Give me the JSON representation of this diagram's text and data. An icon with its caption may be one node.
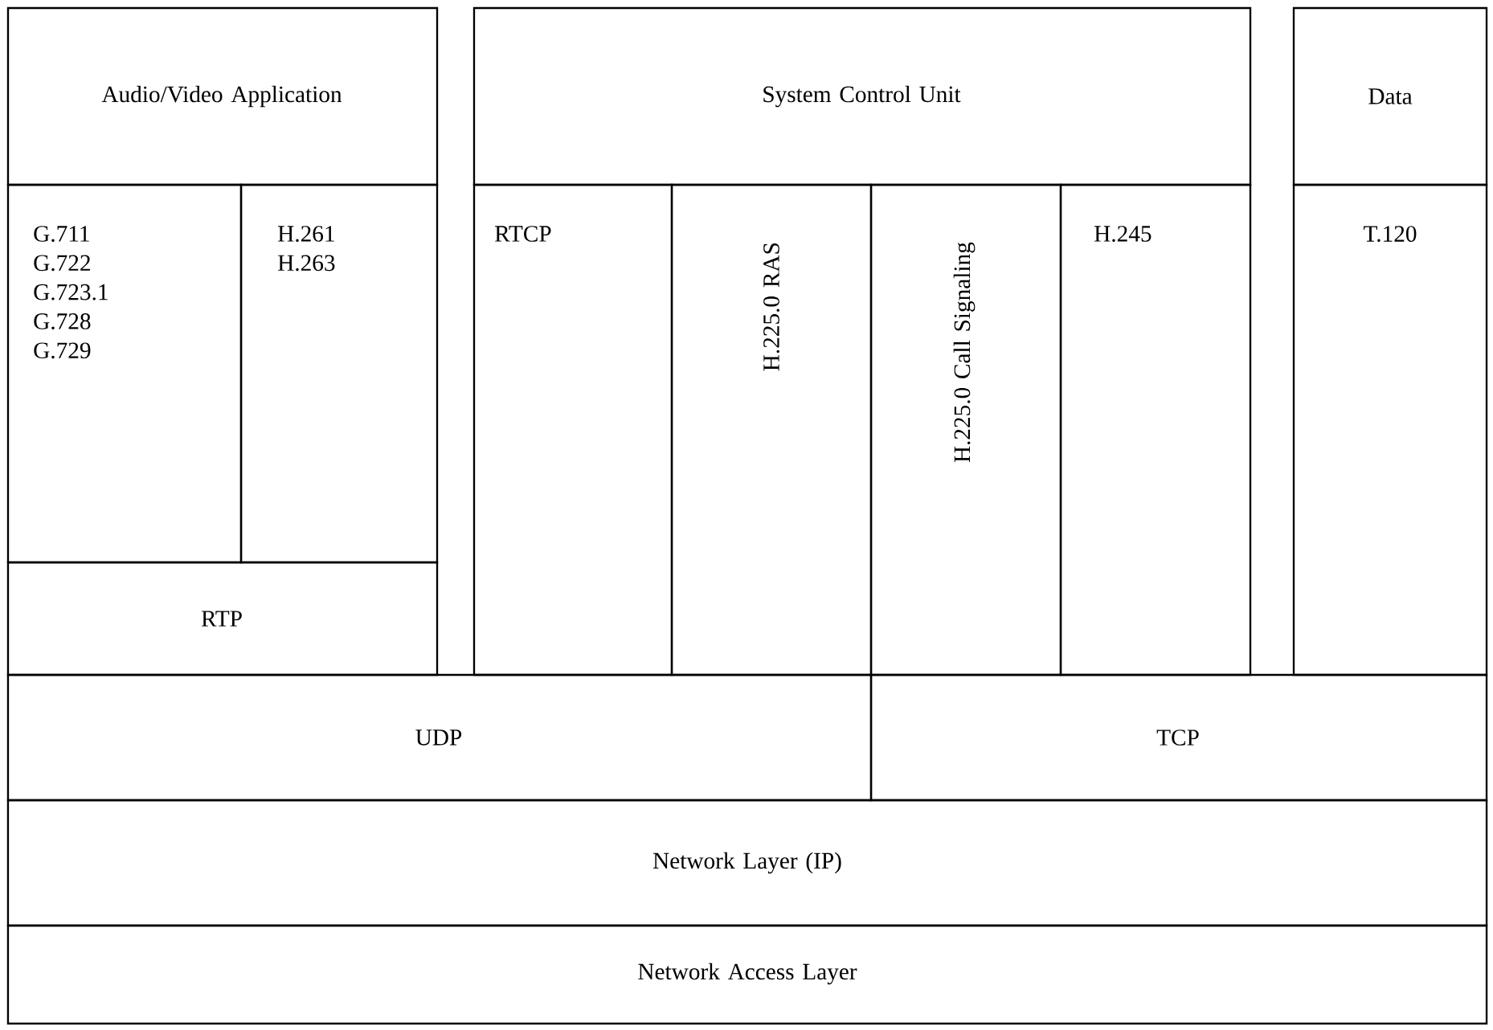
{
  "diagram": {
    "nodes": [
      {
        "text": [
          "Audio/Video Application"
        ]
      },
      {
        "text": [
          "G.711 G.722 G.723.1 G.728 G.729"
        ]
      },
      {
        "text": [
          "H.261 H.263"
        ]
      },
      {
        "text": [
          "RTP"
        ]
      },
      {
        "text": [
          "System Control Unit"
        ]
      },
      {
        "text": [
          "RTCP"
        ]
      },
      {
        "text": [
          "H.225.0 RAS"
        ]
      },
      {
        "text": [
          "H.225.0 Call Signaling"
        ]
      },
      {
        "text": [
          "H.245"
        ]
      },
      {
        "text": [
          "Data"
        ]
      },
      {
        "text": [
          "T.120"
        ]
      },
      {
        "text": [
          "UDP"
        ]
      },
      {
        "text": [
          "TCP"
        ]
      },
      {
        "text": [
          "Network Layer (IP)"
        ]
      },
      {
        "text": [
          "Network Access Layer"
        ]
      }
    ]
  }
}
